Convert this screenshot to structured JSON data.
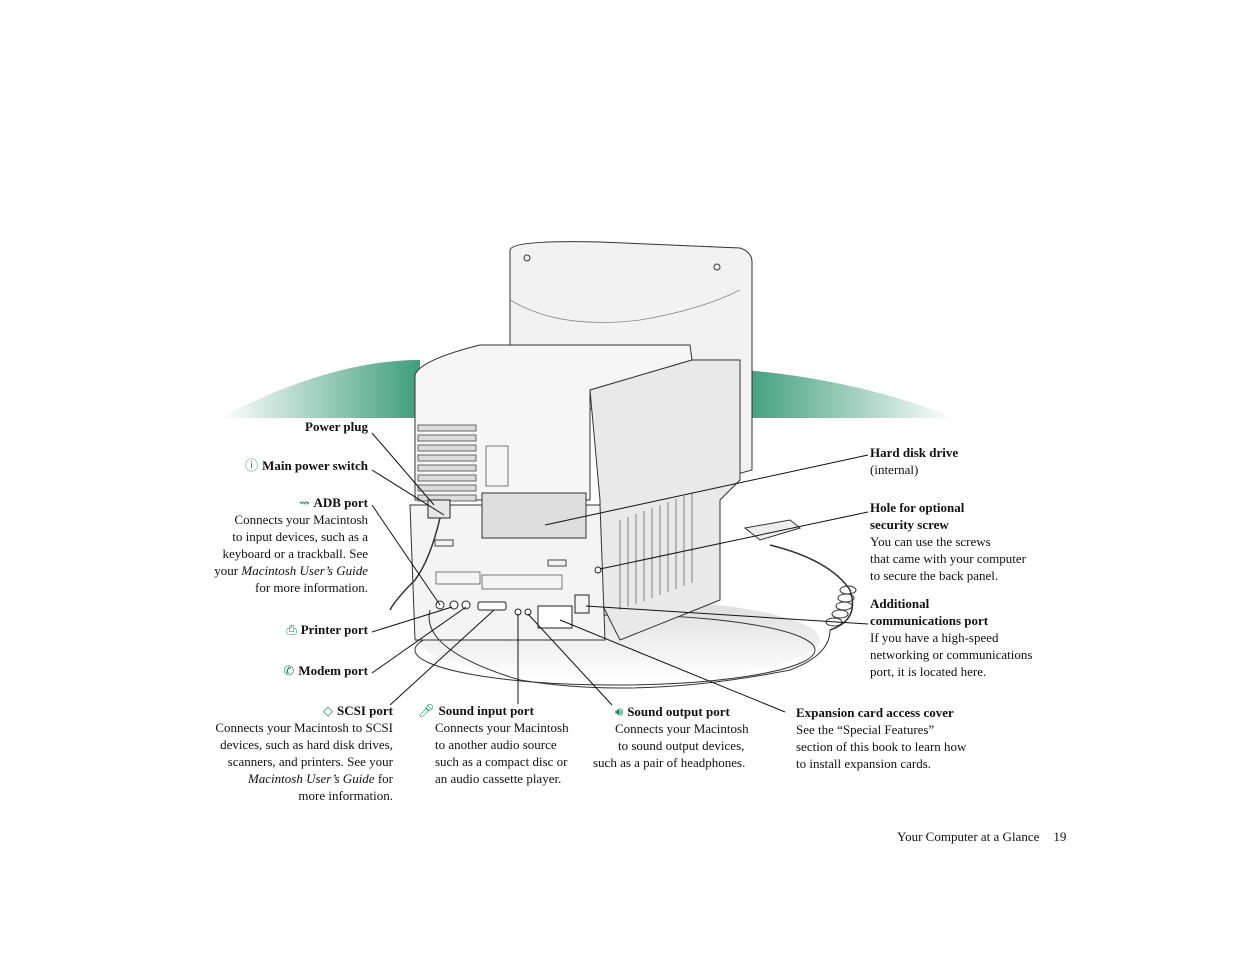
{
  "footer": {
    "section": "Your Computer at a Glance",
    "page_number": "19"
  },
  "callouts": {
    "power_plug": {
      "title": "Power plug"
    },
    "main_power_switch": {
      "title": "Main power switch",
      "icon": "power-switch-icon"
    },
    "adb_port": {
      "title": "ADB port",
      "icon": "adb-icon",
      "line1": "Connects your Macintosh",
      "line2": "to input devices, such as a",
      "line3": "keyboard or a trackball. See",
      "line4_a": "your ",
      "line4_italic": "Macintosh User’s Guide",
      "line5": "for more information."
    },
    "printer_port": {
      "title": "Printer port",
      "icon": "printer-icon"
    },
    "modem_port": {
      "title": "Modem port",
      "icon": "phone-icon"
    },
    "scsi_port": {
      "title": "SCSI port",
      "icon": "scsi-icon",
      "line1": "Connects your Macintosh to SCSI",
      "line2": "devices, such as hard disk drives,",
      "line3": "scanners, and printers. See your",
      "line4_italic": "Macintosh User’s Guide",
      "line4_b": " for",
      "line5": "more information."
    },
    "sound_input_port": {
      "title": "Sound input port",
      "icon": "microphone-icon",
      "line1": "Connects your Macintosh",
      "line2": "to another audio source",
      "line3": "such as a compact disc or",
      "line4": "an audio cassette player."
    },
    "sound_output_port": {
      "title": "Sound output port",
      "icon": "speaker-icon",
      "line1": "Connects your Macintosh",
      "line2": "to sound output devices,",
      "line3": "such as a pair of headphones."
    },
    "expansion_cover": {
      "title": "Expansion card access cover",
      "line1": "See the “Special Features”",
      "line2": "section of this book to learn how",
      "line3": "to install expansion cards."
    },
    "hard_disk": {
      "title": "Hard disk drive",
      "line1": "(internal)"
    },
    "security_screw": {
      "title1": "Hole for optional",
      "title2": "security screw",
      "line1": "You can use the screws",
      "line2": "that came with your computer",
      "line3": "to secure the back panel."
    },
    "comm_port": {
      "title1": "Additional",
      "title2": "communications port",
      "line1": "If you have a high-speed",
      "line2": "networking or communications",
      "line3": "port, it is located here."
    }
  },
  "colors": {
    "accent": "#1f8a68",
    "band": "#5fb596"
  }
}
